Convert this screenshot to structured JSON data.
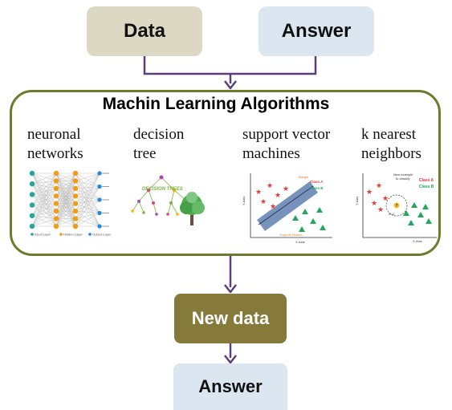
{
  "inputs": {
    "data_label": "Data",
    "answer_label": "Answer"
  },
  "panel": {
    "title": "Machin Learning Algorithms",
    "algorithms": [
      {
        "line1": "neuronal",
        "line2": "networks",
        "legend": [
          "Input Layer",
          "Hidden Layer",
          "Output Layer"
        ]
      },
      {
        "line1": "decision",
        "line2": "tree",
        "banner": "DECISION TREES"
      },
      {
        "line1": "support vector",
        "line2": "machines",
        "class_a": "Class A",
        "class_b": "Class B",
        "margin": "Margin",
        "support_vectors": "Support Vectors",
        "x_axis": "X-Axis",
        "y_axis": "Y-Axis"
      },
      {
        "line1": "k nearest",
        "line2": "neighbors",
        "class_a": "Class A",
        "class_b": "Class B",
        "new_example_1": "New example",
        "new_example_2": "to classify",
        "query_mark": "?",
        "k_label": "K=1",
        "x_axis": "X-Axis",
        "y_axis": "Y-Axis"
      }
    ]
  },
  "outputs": {
    "new_data_label": "New data",
    "answer_label": "Answer"
  },
  "colors": {
    "data_box": "#ddd8c4",
    "answer_box": "#dce6f1",
    "new_data_box": "#857a3a",
    "panel_border": "#6e7a2c",
    "connector": "#5b3f78",
    "class_a": "#e53935",
    "class_b": "#1fa85a",
    "svm_band": "#4a6fa5",
    "nn_input": "#26a69a",
    "nn_hidden": "#f39c12",
    "nn_output": "#1e88e5"
  }
}
